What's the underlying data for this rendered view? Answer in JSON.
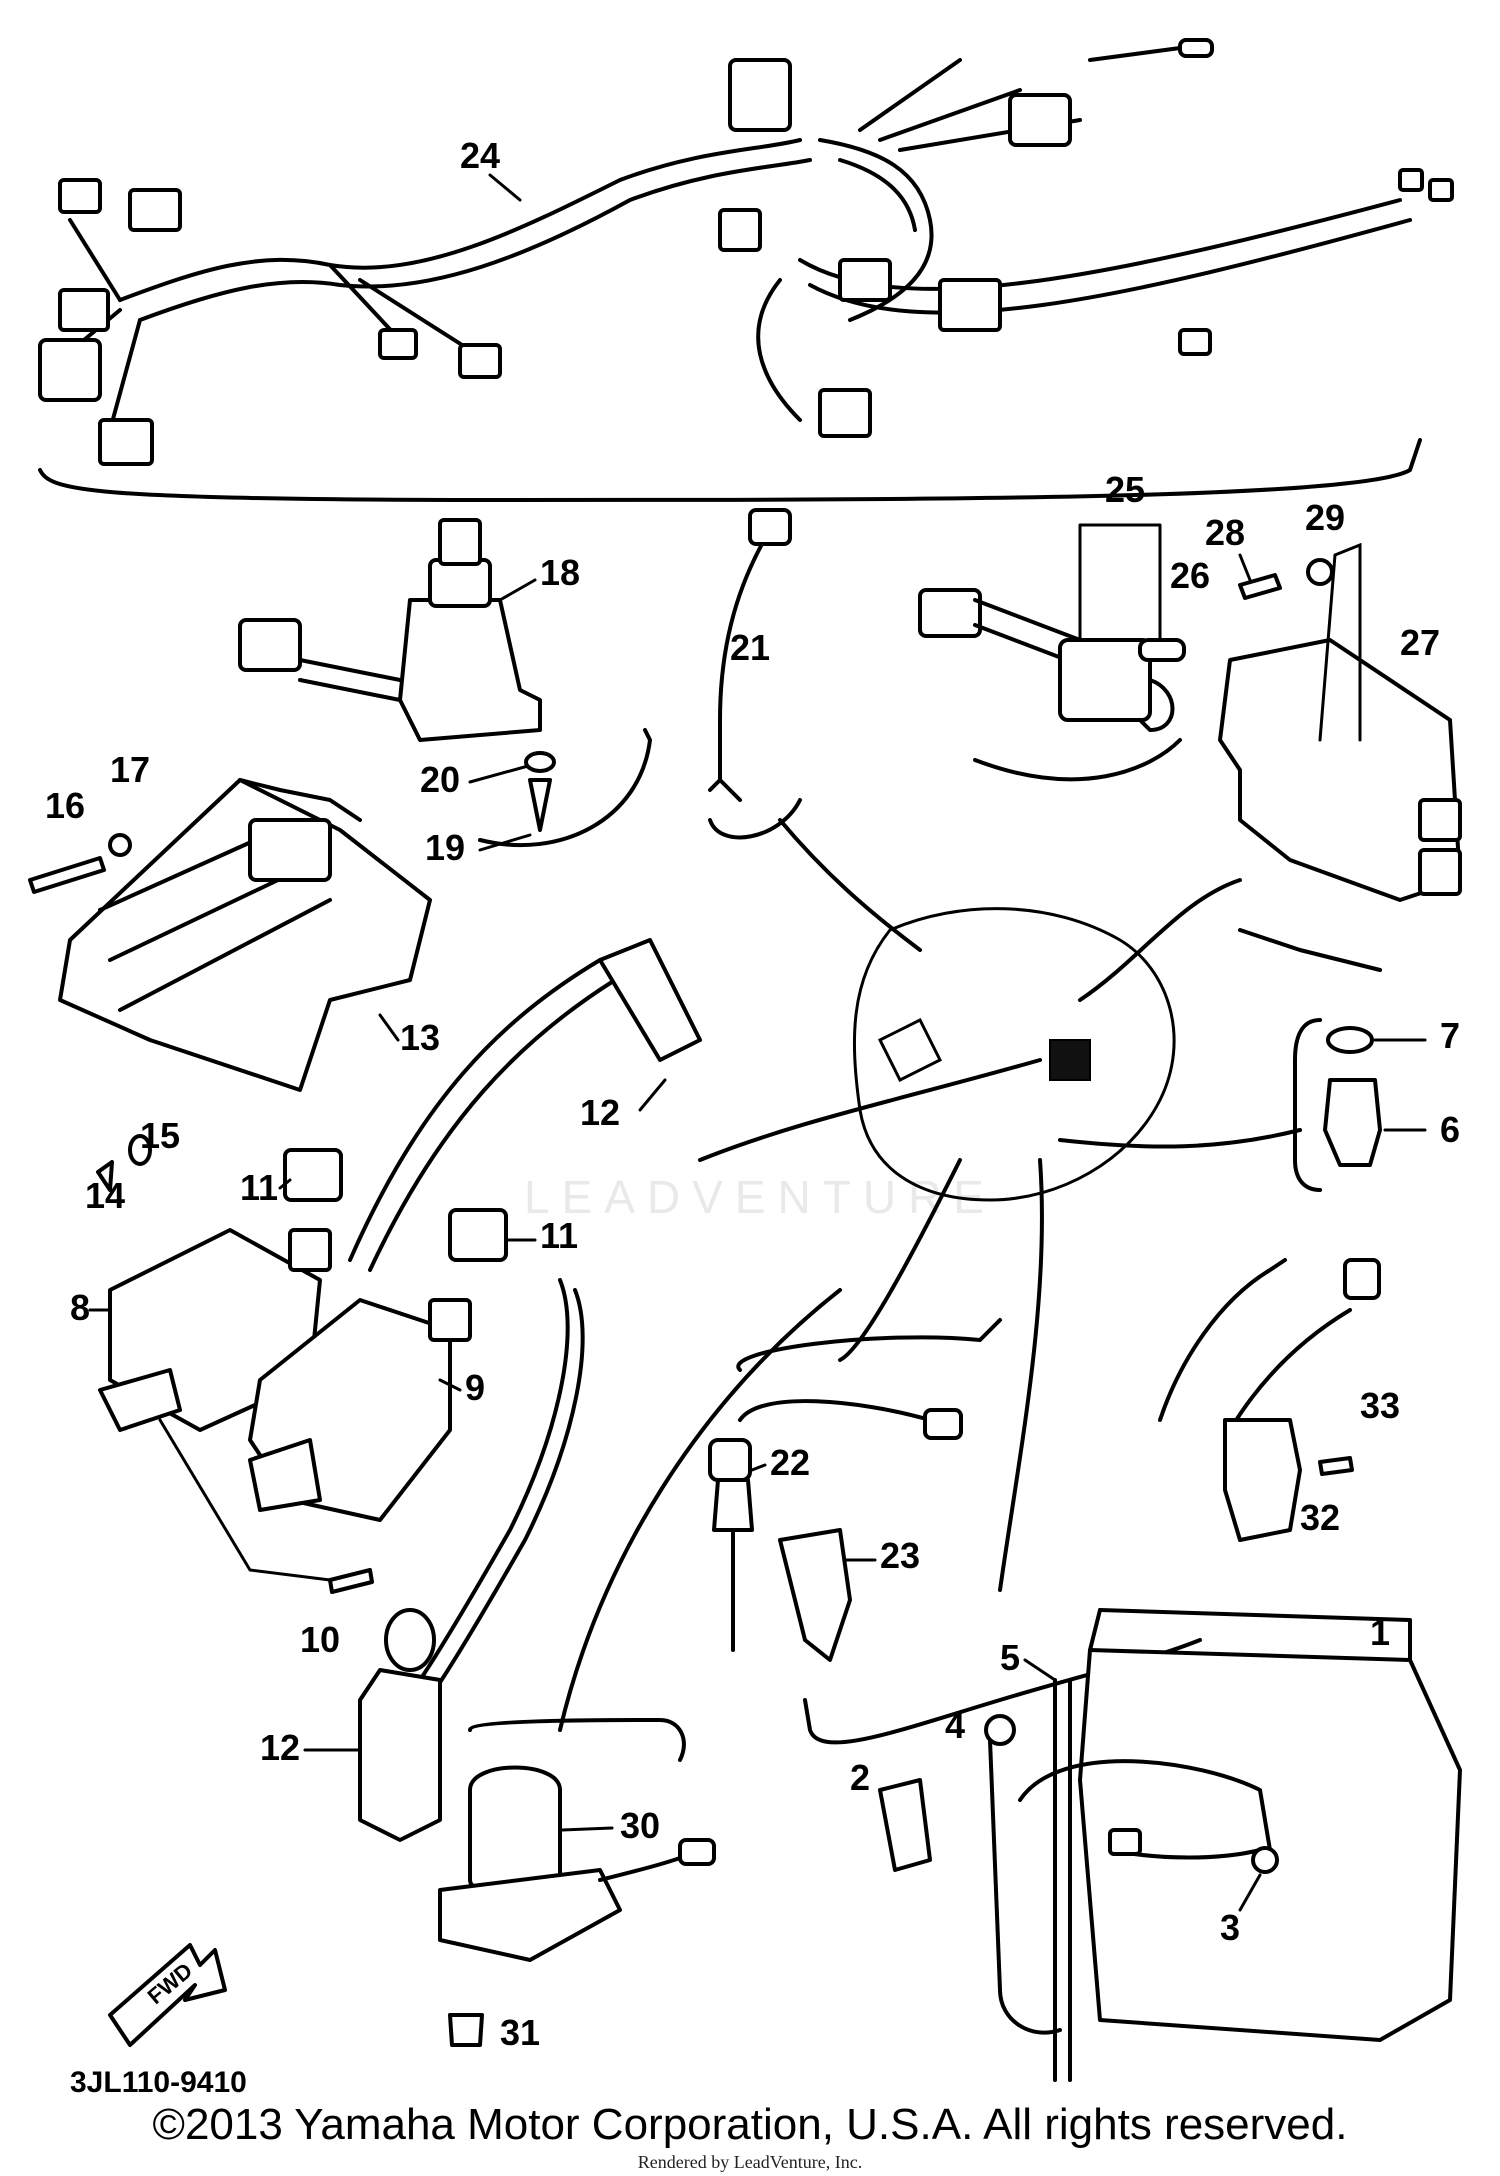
{
  "diagram_code": "3JL110-9410",
  "fwd_label": "FWD",
  "watermark_text": "LEADVENTURE",
  "copyright": "©2013 Yamaha Motor Corporation, U.S.A. All rights reserved.",
  "rendered_by": "Rendered by LeadVenture, Inc.",
  "callouts": {
    "c1": "1",
    "c2": "2",
    "c3": "3",
    "c4": "4",
    "c5": "5",
    "c6": "6",
    "c7": "7",
    "c8": "8",
    "c9": "9",
    "c10": "10",
    "c11a": "11",
    "c11b": "11",
    "c12a": "12",
    "c12b": "12",
    "c13": "13",
    "c14": "14",
    "c15": "15",
    "c16": "16",
    "c17": "17",
    "c18": "18",
    "c19": "19",
    "c20": "20",
    "c21": "21",
    "c22": "22",
    "c23": "23",
    "c24": "24",
    "c25": "25",
    "c26": "26",
    "c27": "27",
    "c28": "28",
    "c29": "29",
    "c30": "30",
    "c31": "31",
    "c32": "32",
    "c33": "33"
  }
}
